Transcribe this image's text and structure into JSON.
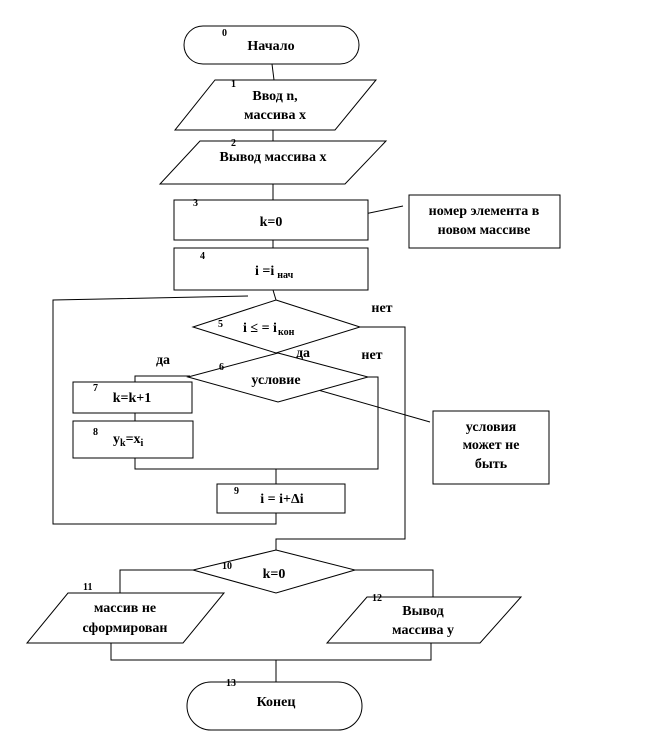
{
  "blocks": {
    "b0": {
      "num": "0",
      "text": "Начало"
    },
    "b1": {
      "num": "1",
      "line1": "Ввод n,",
      "line2": "массива x"
    },
    "b2": {
      "num": "2",
      "text": "Вывод массива x"
    },
    "b3": {
      "num": "3",
      "text": "k=0"
    },
    "b4": {
      "num": "4",
      "base": "i =i",
      "sub": "нач"
    },
    "b5": {
      "num": "5",
      "base": "i ≤ = i",
      "sub": "кон"
    },
    "b6": {
      "num": "6",
      "text": "условие"
    },
    "b7": {
      "num": "7",
      "text": "k=k+1"
    },
    "b8": {
      "num": "8",
      "y": "y",
      "k": "k",
      "eq": "=x",
      "i": "i"
    },
    "b9": {
      "num": "9",
      "text": "i = i+Δi"
    },
    "b10": {
      "num": "10",
      "text": "k=0"
    },
    "b11": {
      "num": "11",
      "line1": "массив не",
      "line2": "сформирован"
    },
    "b12": {
      "num": "12",
      "line1": "Вывод",
      "line2": "массива y"
    },
    "b13": {
      "num": "13",
      "text": "Конец"
    }
  },
  "comments": {
    "c1": {
      "line1": "номер элемента в",
      "line2": "новом массиве"
    },
    "c2": {
      "line1": "условия",
      "line2": "может не",
      "line3": "быть"
    }
  },
  "branch_labels": {
    "b5_yes": "да",
    "b5_no": "нет",
    "b6_yes": "да",
    "b6_no": "нет"
  }
}
